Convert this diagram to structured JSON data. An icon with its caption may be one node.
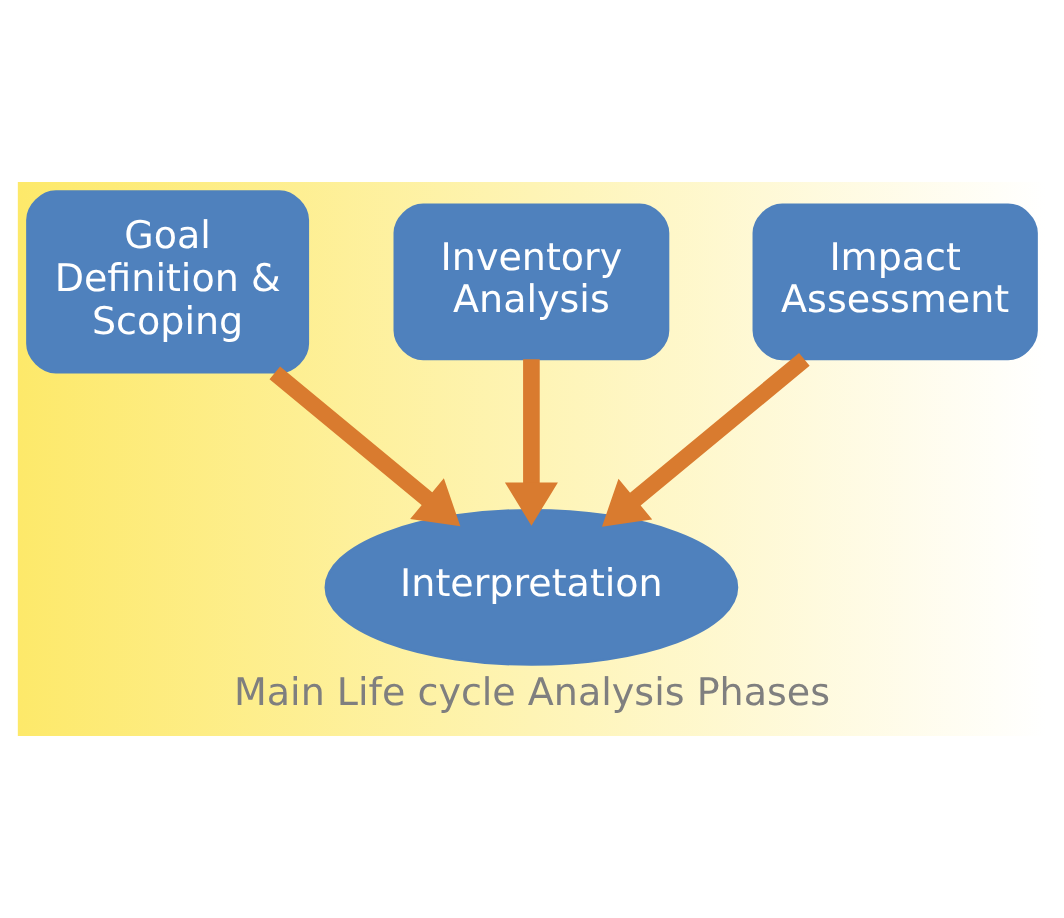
{
  "diagram": {
    "caption": "Main Life cycle Analysis Phases",
    "nodes": [
      {
        "text": [
          "Goal Definition & Scoping"
        ]
      },
      {
        "text": [
          "Inventory Analysis"
        ]
      },
      {
        "text": [
          "Impact Assessment"
        ]
      },
      {
        "text": [
          "Interpretation"
        ]
      }
    ],
    "edges": [
      {
        "from": 0,
        "to": 3,
        "arrow": "to"
      },
      {
        "from": 1,
        "to": 3,
        "arrow": "to"
      },
      {
        "from": 2,
        "to": 3,
        "arrow": "to"
      }
    ]
  }
}
